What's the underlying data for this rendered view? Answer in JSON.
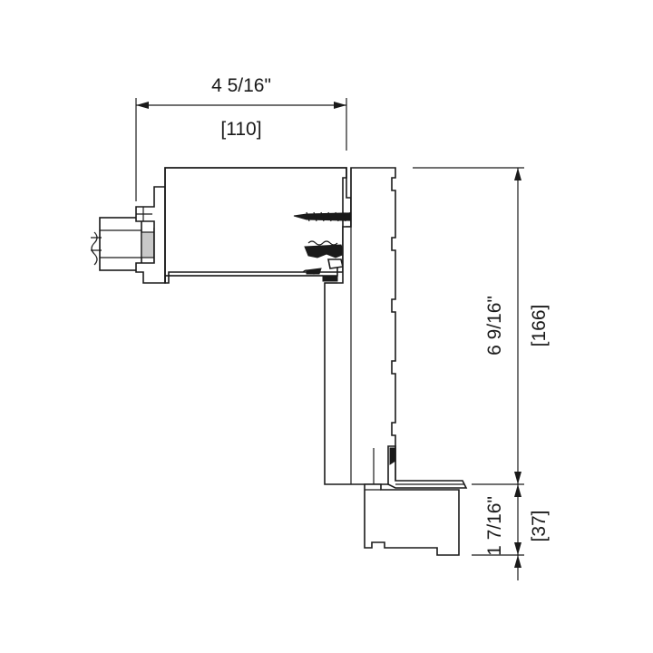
{
  "dimensions": {
    "width_imperial": "4 5/16\"",
    "width_metric": "[110]",
    "height_imperial": "6 9/16\"",
    "height_metric": "[166]",
    "sill_imperial": "1 7/16\"",
    "sill_metric": "[37]"
  },
  "colors": {
    "line": "#1a1a1a",
    "background": "#ffffff",
    "glass_shade": "#c8c8c8"
  }
}
